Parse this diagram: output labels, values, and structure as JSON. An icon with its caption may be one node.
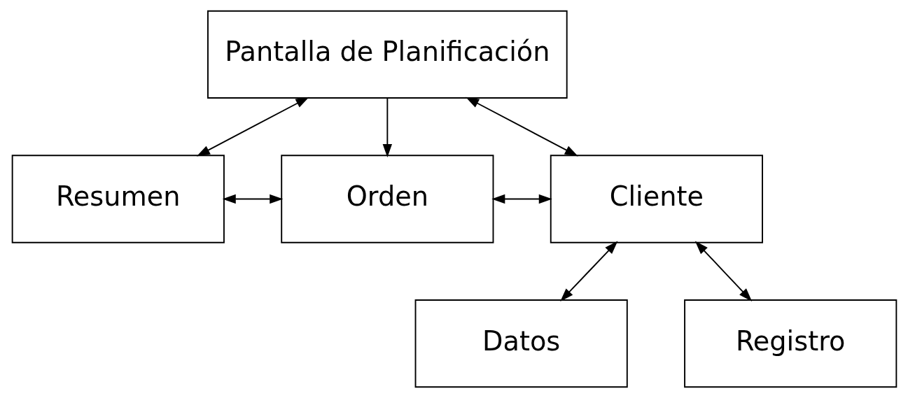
{
  "diagram": {
    "nodes": [
      {
        "text": [
          "Pantalla de Planificación"
        ]
      },
      {
        "text": [
          "Resumen"
        ]
      },
      {
        "text": [
          "Orden"
        ]
      },
      {
        "text": [
          "Cliente"
        ]
      },
      {
        "text": [
          "Datos"
        ]
      },
      {
        "text": [
          "Registro"
        ]
      }
    ],
    "edges": [
      {
        "from": 0,
        "to": 1,
        "arrow": "both"
      },
      {
        "from": 0,
        "to": 2,
        "arrow": "to"
      },
      {
        "from": 0,
        "to": 3,
        "arrow": "both"
      },
      {
        "from": 1,
        "to": 2,
        "arrow": "both"
      },
      {
        "from": 2,
        "to": 3,
        "arrow": "both"
      },
      {
        "from": 3,
        "to": 4,
        "arrow": "both"
      },
      {
        "from": 3,
        "to": 5,
        "arrow": "both"
      }
    ]
  }
}
